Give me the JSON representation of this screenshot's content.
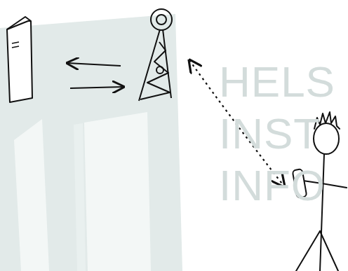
{
  "diagram": {
    "labels": [
      "HELS",
      "INST",
      "INFO"
    ]
  }
}
